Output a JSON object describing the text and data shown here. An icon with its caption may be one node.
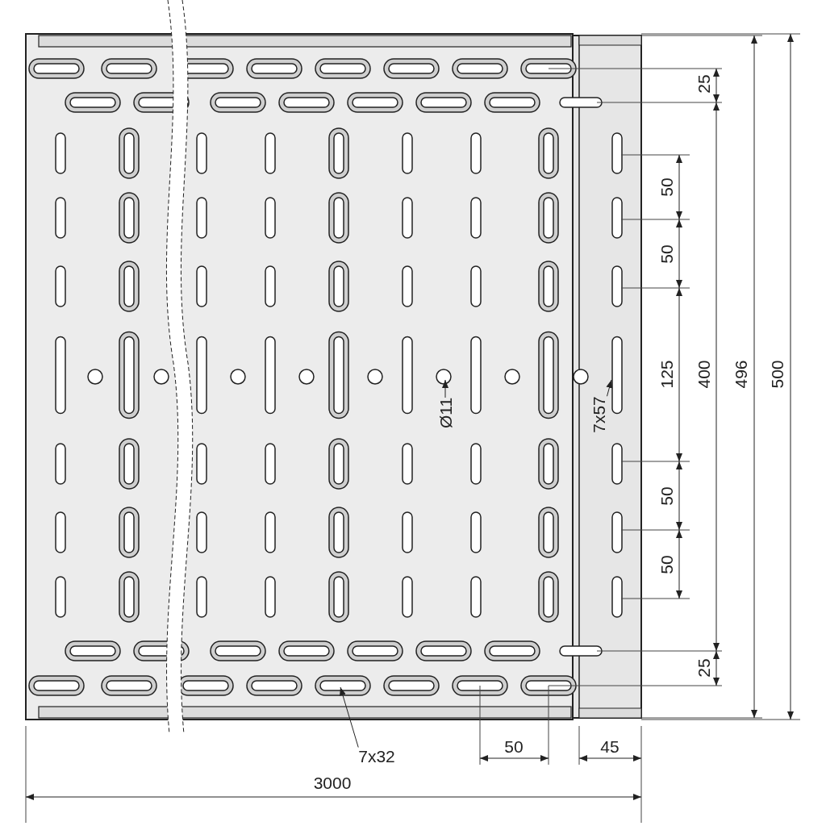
{
  "diagram": {
    "nodes": [
      {
        "text": [
          "7x32"
        ]
      },
      {
        "text": [
          "Ø11"
        ]
      },
      {
        "text": [
          "7x57"
        ]
      }
    ],
    "edges": [
      {
        "from": 0,
        "to": null,
        "arrow": "to"
      },
      {
        "from": 1,
        "to": null,
        "arrow": "to"
      },
      {
        "from": 2,
        "to": null,
        "arrow": "to"
      }
    ],
    "labels": [
      "25",
      "50",
      "50",
      "125",
      "400",
      "496",
      "500",
      "50",
      "50",
      "25",
      "50",
      "45",
      "3000"
    ]
  }
}
